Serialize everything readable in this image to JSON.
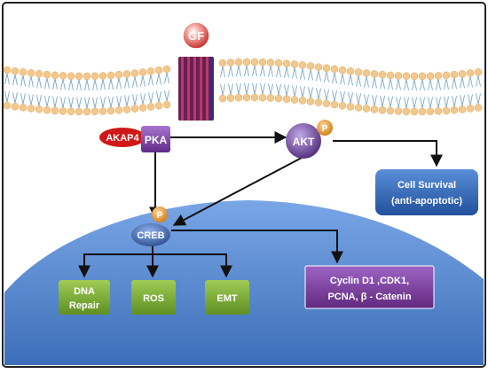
{
  "nodes": {
    "gf": "GF",
    "akap4": "AKAP4",
    "pka": "PKA",
    "akt": "AKT",
    "akt_phospho": "P",
    "creb": "CREB",
    "creb_phospho": "P",
    "cell_survival_line1": "Cell Survival",
    "cell_survival_line2": "(anti-apoptotic)",
    "dna_repair_line1": "DNA",
    "dna_repair_line2": "Repair",
    "ros": "ROS",
    "emt": "EMT",
    "targets_line1": "Cyclin D1 ,CDK1,",
    "targets_line2": "PCNA, β - Catenin"
  },
  "colors": {
    "frame": "#222222",
    "nucleus": "#5b8fd6",
    "membrane_head": "#f4c78a",
    "membrane_tail": "#7aa7c7",
    "receptor": "#6b1f52",
    "gf": "#d9342b",
    "akap4": "#d01818",
    "pka": "#7b3aa6",
    "akt": "#6a3f9a",
    "phospho": "#e8941a",
    "creb": "#3a5fa6",
    "cell_survival": "#2e63b8",
    "green_box": "#78a832",
    "targets_box": "#7d3fa3",
    "arrow": "#111111"
  }
}
